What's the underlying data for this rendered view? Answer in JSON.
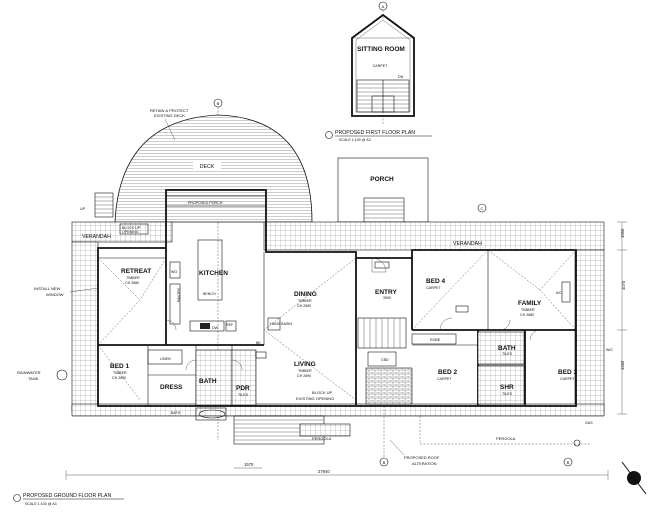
{
  "first_floor": {
    "grid_label": "A",
    "room": "SITTING ROOM",
    "finish": "CARPET",
    "stair_label": "DN",
    "title": "PROPOSED FIRST FLOOR PLAN",
    "scale": "SCALE 1:100 @ A3"
  },
  "ground_floor": {
    "title": "PROPOSED GROUND FLOOR PLAN",
    "scale": "SCALE 1:100 @ A3",
    "grid_top": "B",
    "grid_bottom": "B",
    "grid_bottom_right": "B",
    "grid_right": "C",
    "rooms": {
      "deck": "DECK",
      "porch": "PORCH",
      "verandah_left": "VERANDAH",
      "verandah_right": "VERANDAH",
      "retreat": "RETREAT",
      "retreat_sub1": "TIMBER",
      "retreat_sub2": "CH 2680",
      "kitchen": "KITCHEN",
      "bench": "BENCH",
      "dining": "DINING",
      "dining_sub1": "TIMBER",
      "dining_sub2": "CH 2690",
      "entry": "ENTRY",
      "entry_sub": "3590",
      "bed4": "BED 4",
      "bed4_sub": "CARPET",
      "family": "FAMILY",
      "family_sub1": "TIMBER",
      "family_sub2": "CH 2680",
      "bed1": "BED 1",
      "bed1_sub1": "TIMBER",
      "bed1_sub2": "CH 2690",
      "linen": "LINEN",
      "dress": "DRESS",
      "bath": "BATH",
      "pdr": "PDR",
      "pdr_sub": "TILES",
      "living": "LIVING",
      "living_sub1": "TIMBER",
      "living_sub2": "CH 2690",
      "robe": "ROBE",
      "cbd": "CBD",
      "bed2": "BED 2",
      "bed2_sub": "CARPET",
      "bath2": "BATH",
      "bath2_sub": "TILES",
      "shr": "SHR",
      "shr_sub": "TILES",
      "bed3": "BED 3",
      "bed3_sub": "CARPET",
      "pergola_left": "PERGOLA",
      "pergola_right": "PERGOLA"
    },
    "fixtures": {
      "wo": "WO",
      "dw": "DW",
      "ref": "REF",
      "pantry": "PANTRY",
      "hand_basin": "HAND BASIN",
      "bk": "BK",
      "up": "UP",
      "ac": "A/C",
      "wc": "W/C",
      "gas": "GAS"
    },
    "notes": {
      "retain_deck_1": "RETAIN & PROTECT",
      "retain_deck_2": "EXISTING DECK",
      "proposed_porch": "PROPOSED PORCH",
      "block_up_1": "BLOCK UP",
      "block_up_2": "OPENING",
      "install_window_1": "INSTALL NEW",
      "install_window_2": "WINDOW",
      "rainwater_1": "RAINWATER",
      "rainwater_2": "TANK",
      "block_up_exist_1": "BLOCK UP",
      "block_up_exist_2": "EXISTING OPENING",
      "proposed_roof_1": "PROPOSED ROOF",
      "proposed_roof_2": "ALTERATION"
    },
    "dimensions": {
      "overall": "27940",
      "partial": "1570",
      "right_top": "1550",
      "right_mid": "4070",
      "right_bot": "4460"
    }
  }
}
